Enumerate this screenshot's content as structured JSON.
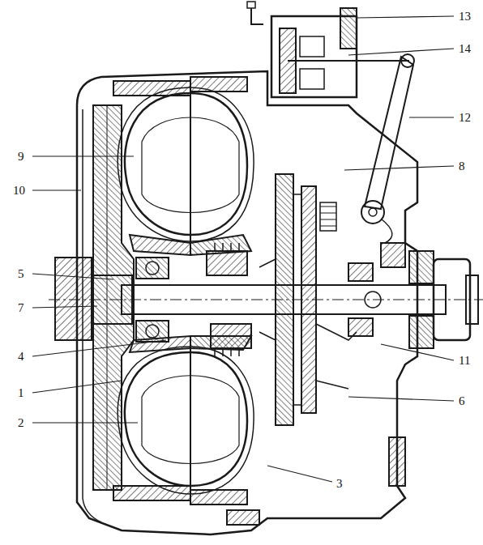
{
  "diagram": {
    "labels": [
      "13",
      "14",
      "12",
      "8",
      "9",
      "10",
      "5",
      "7",
      "11",
      "4",
      "6",
      "1",
      "2",
      "3"
    ]
  }
}
